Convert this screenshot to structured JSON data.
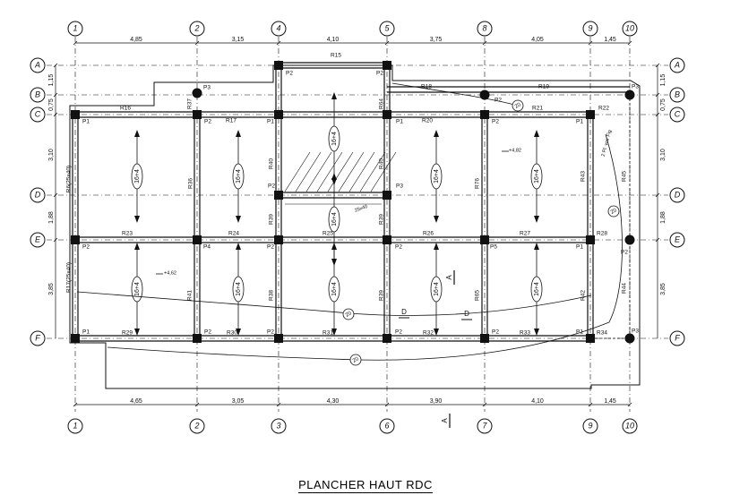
{
  "title": "PLANCHER HAUT RDC",
  "axes": {
    "columns": [
      "1",
      "2",
      "4",
      "5",
      "8",
      "9",
      "10"
    ],
    "columns_bottom": [
      "1",
      "2",
      "3",
      "6",
      "7",
      "9",
      "10"
    ],
    "rows": [
      "A",
      "B",
      "C",
      "D",
      "E",
      "F"
    ]
  },
  "dimensions": {
    "top": [
      "4,85",
      "3,15",
      "4,10",
      "3,75",
      "4,05",
      "1,45"
    ],
    "bottom": [
      "4,65",
      "3,05",
      "4,30",
      "3,90",
      "4,10",
      "1,45"
    ],
    "left": [
      "1,15",
      "0,75",
      "3,10",
      "1,88",
      "3,85"
    ],
    "right": [
      "1,15",
      "0,75",
      "3,10",
      "1,88",
      "3,85"
    ]
  },
  "beams": {
    "row_C": [
      "R16",
      "R17",
      "R20",
      "R21"
    ],
    "row_E": [
      "R23",
      "R24",
      "R25",
      "R26",
      "R27",
      "R28"
    ],
    "row_F": [
      "R29",
      "R30",
      "R31",
      "R32",
      "R33",
      "R34"
    ],
    "top": [
      "R15",
      "R18",
      "R19",
      "R22"
    ],
    "vertical": [
      "R37",
      "R36",
      "R39",
      "R40",
      "R38",
      "R39",
      "R64",
      "R40",
      "R39",
      "R65",
      "R76",
      "R43",
      "R42",
      "R45",
      "R44",
      "R17(25x40)",
      "R6(25x40)",
      "R41"
    ]
  },
  "posts": [
    "P1",
    "P2",
    "P3",
    "P4",
    "P5"
  ],
  "slabs": [
    "16+4",
    "16+4",
    "16+4",
    "16+4",
    "16+4",
    "16+4",
    "16+4",
    "16+4",
    "16+4",
    "16+4"
  ],
  "markers": [
    "20"
  ],
  "sections": [
    "A",
    "D"
  ],
  "levels": [
    "+4,82",
    "+4,62"
  ],
  "notes": [
    "2 Pl. voir Fig",
    "25x40"
  ]
}
